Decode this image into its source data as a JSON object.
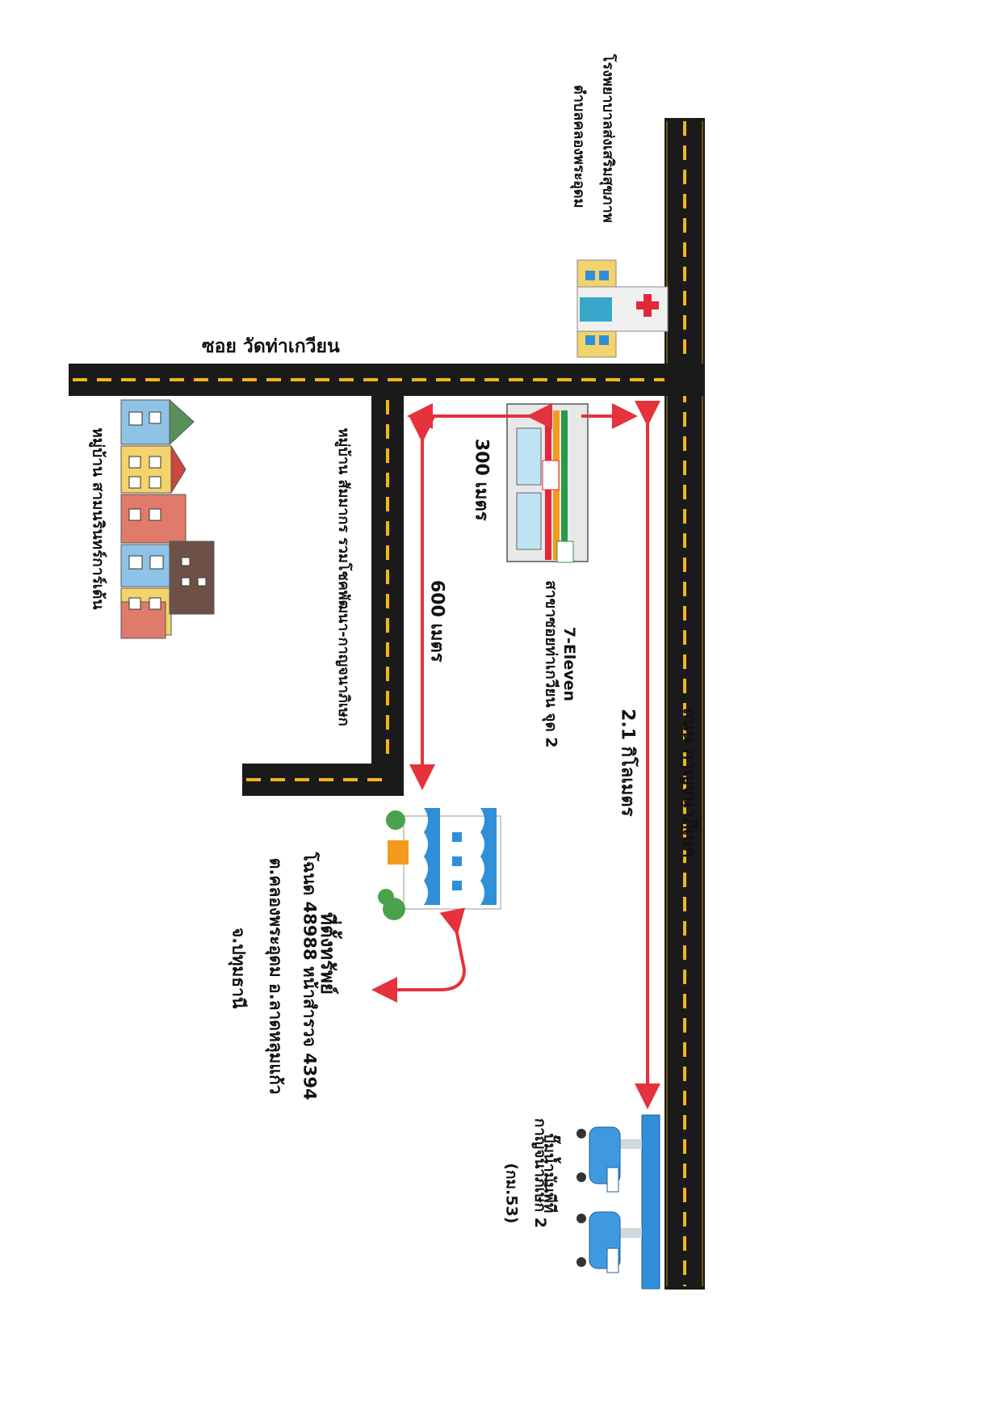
{
  "map": {
    "main_road": "ถนน กาญจนาภิเษก",
    "soi_road": "ซอย วัดท่าเกวียน",
    "village_road": "หมู่บ้าน สัมมากร รวมโชคพัฒนา-กาญจนาภิเษก",
    "village": "หมู่บ้าน สามนรินทร์การ์เด้น",
    "hospital": {
      "line1": "โรงพยาบาลส่งเสริมสุขภาพ",
      "line2": "ตำบลคลองพระอุดม"
    },
    "seven_eleven": {
      "line1": "7-Eleven",
      "line2": "สาขาซอยท่าเกวียน จุด 2"
    },
    "gas_station": {
      "line1": "ปั๊มน้ำมันพีที",
      "line2": "กาญจนาภิเษก 2",
      "line3": "(กม.53)"
    },
    "property": {
      "title": "ที่ตั้งทรัพย์",
      "line1": "โฉนด 48988  หน้าสำรวจ 4394",
      "line2": "ต.คลองพระอุดม  อ.ลาดหลุมแก้ว",
      "line3": "จ.ปทุมธานี"
    },
    "distances": {
      "d300": "300 เมตร",
      "d600": "600 เมตร",
      "d21": "2.1 กิโลเมตร"
    }
  },
  "colors": {
    "road": "#1a1a1a",
    "road_marking": "#f2b51a",
    "arrow": "#e5323c",
    "building_blue": "#2f8fd8",
    "house_yellow": "#f3d36b",
    "cross_red": "#e5263a"
  }
}
